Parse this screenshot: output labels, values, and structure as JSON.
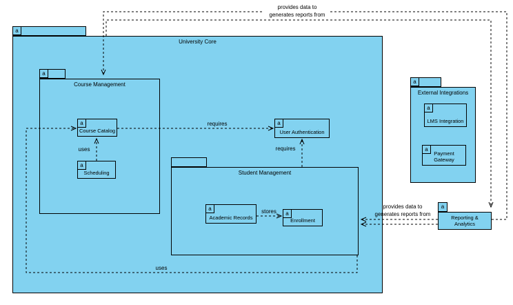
{
  "colors": {
    "node_fill": "#82D2F0",
    "node_border": "#000000",
    "canvas_bg": "#FFFFFF"
  },
  "badge_text": "a",
  "packages": {
    "university_core": {
      "title": "University Core"
    },
    "course_management": {
      "title": "Course Management"
    },
    "student_management": {
      "title": "Student Management"
    },
    "external_integrations": {
      "title": "External Integrations"
    }
  },
  "elements": {
    "course_catalog": {
      "label": "Course Catalog"
    },
    "scheduling": {
      "label": "Scheduling"
    },
    "user_authentication": {
      "label": "User Authentication"
    },
    "academic_records": {
      "label": "Academic Records"
    },
    "enrollment": {
      "label": "Enrollment"
    },
    "lms_integration": {
      "label": "LMS Integration"
    },
    "payment_gateway": {
      "label": "Payment Gateway"
    },
    "reporting_analytics": {
      "label": "Reporting &\nAnalytics"
    }
  },
  "edge_labels": {
    "top_link": "provides data to\ngenerates reports from",
    "right_link": "provides data to\ngenerates reports from",
    "requires_auth_from_catalog": "requires",
    "requires_auth_from_student": "requires",
    "uses_scheduling": "uses",
    "uses_bottom": "uses",
    "stores": "stores"
  }
}
